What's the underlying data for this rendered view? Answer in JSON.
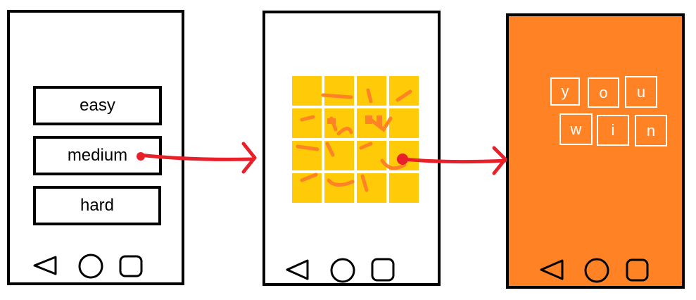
{
  "menu": {
    "easy_label": "easy",
    "medium_label": "medium",
    "hard_label": "hard"
  },
  "nav_icons": [
    "back-triangle-icon",
    "home-circle-icon",
    "recents-square-icon"
  ],
  "win": {
    "letters": [
      "y",
      "o",
      "u",
      "w",
      "i",
      "n"
    ]
  },
  "colors": {
    "tile": "#ffca08",
    "scribble": "#ff8225",
    "win_background": "#ff8225",
    "arrow": "#e8202a"
  }
}
